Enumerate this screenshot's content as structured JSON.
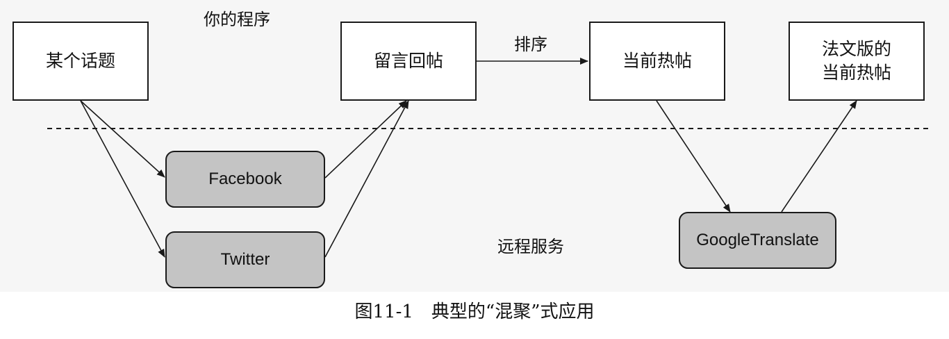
{
  "diagram": {
    "region_labels": {
      "your_program": "你的程序",
      "remote_services": "远程服务"
    },
    "nodes": {
      "topic": "某个话题",
      "comments": "留言回帖",
      "hot_posts": "当前热帖",
      "french_hot_posts": "法文版的\n当前热帖",
      "facebook": "Facebook",
      "twitter": "Twitter",
      "google_translate": "GoogleTranslate"
    },
    "edge_labels": {
      "sort": "排序"
    }
  },
  "caption": "图11-1　典型的“混聚”式应用"
}
